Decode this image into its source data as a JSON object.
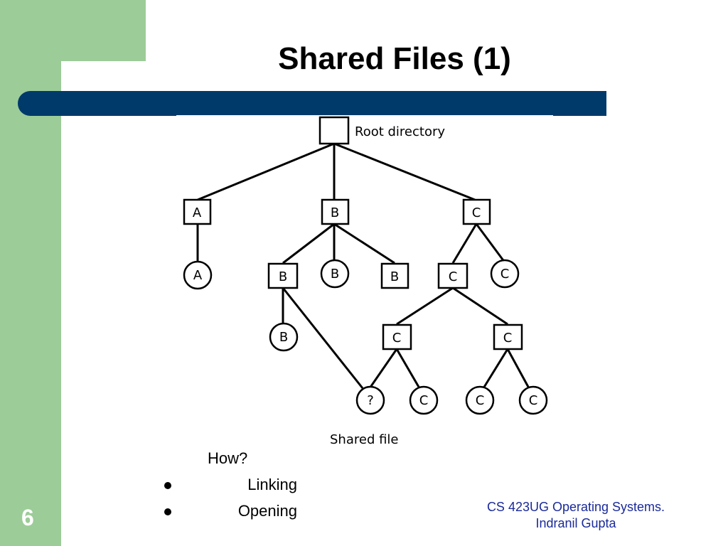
{
  "slide": {
    "title": "Shared Files (1)",
    "page_number": "6",
    "footer_line1": "CS 423UG Operating Systems.",
    "footer_line2": "Indranil Gupta"
  },
  "diagram": {
    "root_label": "Root directory",
    "shared_label": "Shared file",
    "dirs": {
      "root": "",
      "a": "A",
      "b": "B",
      "c": "C",
      "b2": "B",
      "b3": "B",
      "c2": "C",
      "c3": "C",
      "c4": "C"
    },
    "files": {
      "fa": "A",
      "fb1": "B",
      "fc1": "C",
      "fb2": "B",
      "shared": "?",
      "fc2": "C",
      "fc3": "C",
      "fc4": "C"
    }
  },
  "content": {
    "heading": "How?",
    "bullets": [
      "Linking",
      "Opening"
    ]
  }
}
